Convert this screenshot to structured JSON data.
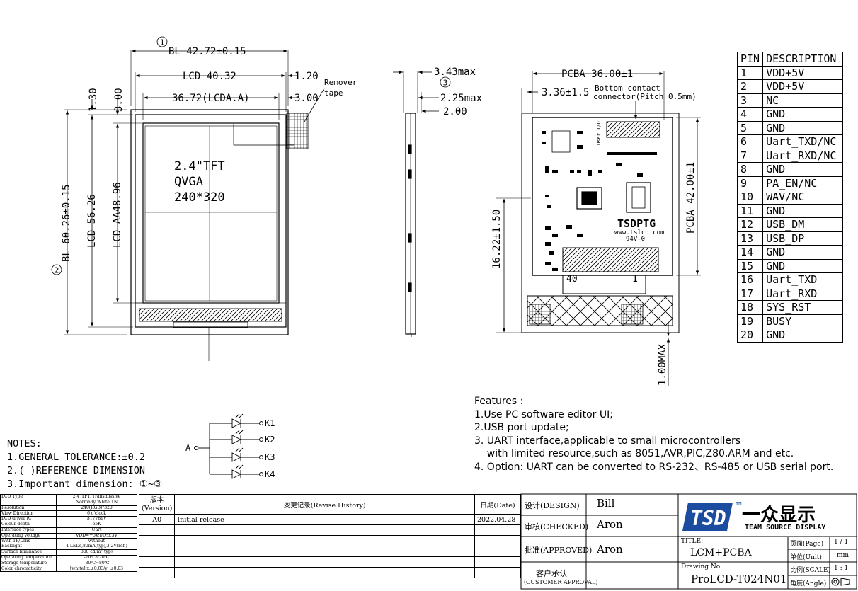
{
  "front_view": {
    "circle_1": "1",
    "circle_2": "2",
    "bl_width": "BL 42.72±0.15",
    "lcd_width": "LCD 40.32",
    "lcda_width": "36.72(LCDA.A)",
    "dim_120": "1.20",
    "dim_300_right": "3.00",
    "dim_130": "1.30",
    "dim_300_top": "3.00",
    "remover_tape": [
      "Remover",
      "tape"
    ],
    "bl_height": "BL 60.26±0.15",
    "lcd_height": "LCD 56.26",
    "aa_height": "LCD AA48.96",
    "panel_text": [
      "2.4\"TFT",
      "QVGA",
      "240*320"
    ]
  },
  "side_view": {
    "circle_3": "3",
    "dim_343": "3.43max",
    "dim_225": "2.25max",
    "dim_200": "2.00"
  },
  "pcba_view": {
    "pcba_width": "PCBA 36.00±1",
    "dim_336": "3.36±1.5",
    "connector_note": [
      "Bottom contact",
      "connector(Pitch 0.5mm)"
    ],
    "pcba_height": "PCBA 42.00±1",
    "dim_1622": "16.22±1.50",
    "dim_100max": "1.00MAX",
    "pin_40": "40",
    "pin_1": "1",
    "brand": "TSDPTG",
    "website": "www.tslcd.com",
    "rohs": "94V-0",
    "user_io": "User I/O"
  },
  "pin_table": {
    "header": [
      "PIN",
      "DESCRIPTION"
    ],
    "rows": [
      [
        "1",
        "VDD+5V"
      ],
      [
        "2",
        "VDD+5V"
      ],
      [
        "3",
        "NC"
      ],
      [
        "4",
        "GND"
      ],
      [
        "5",
        "GND"
      ],
      [
        "6",
        "Uart_TXD/NC"
      ],
      [
        "7",
        "Uart_RXD/NC"
      ],
      [
        "8",
        "GND"
      ],
      [
        "9",
        "PA_EN/NC"
      ],
      [
        "10",
        "WAV/NC"
      ],
      [
        "11",
        "GND"
      ],
      [
        "12",
        "USB_DM"
      ],
      [
        "13",
        "USB_DP"
      ],
      [
        "14",
        "GND"
      ],
      [
        "15",
        "GND"
      ],
      [
        "16",
        "Uart_TXD"
      ],
      [
        "17",
        "Uart_RXD"
      ],
      [
        "18",
        "SYS_RST"
      ],
      [
        "19",
        "BUSY"
      ],
      [
        "20",
        "GND"
      ]
    ]
  },
  "features": {
    "title": "Features :",
    "items": [
      "1.Use PC software editor UI;",
      "2.USB port update;",
      "3. UART  interface,applicable to small microcontrollers",
      "    with limited resource,such as 8051,AVR,PIC,Z80,ARM and etc.",
      "4. Option: UART can be converted to RS-232、RS-485 or USB serial port."
    ]
  },
  "led_circuit": {
    "anode": "A",
    "k1": "K1",
    "k2": "K2",
    "k3": "K3",
    "k4": "K4"
  },
  "notes": {
    "title": "NOTES:",
    "items": [
      "1.GENERAL TOLERANCE:±0.2",
      "2.( )REFERENCE DIMENSION",
      "3.Important dimension: ①~③"
    ]
  },
  "spec_table": [
    [
      "LCD Type",
      "2.4\"TFT, Transmissive"
    ],
    [
      "",
      "Normally White,TN"
    ],
    [
      "Resolution",
      "240(RGB)*320"
    ],
    [
      "View Direction",
      "6 o'clock"
    ],
    [
      "LCD driver IC",
      "ST7789V"
    ],
    [
      "Colour depth",
      "65K"
    ],
    [
      "Interface types",
      "Uart"
    ],
    [
      "Operating voltage",
      "VDD=+5V;I/O:3.3V"
    ],
    [
      "With TP/Lens",
      "without"
    ],
    [
      "Backlight",
      "4 LEDs,80mA(typ),3.2V(ref.)"
    ],
    [
      "Surface luminance",
      "300 cd/m²(typ)"
    ],
    [
      "Operating temperature",
      "-20℃~70℃"
    ],
    [
      "Storage temperature",
      "-30℃~80℃"
    ],
    [
      "Color chromaticity",
      "[white] x:±0.03/y:  ±0.03"
    ]
  ],
  "revision": {
    "col_version": [
      "版本",
      "(Version)"
    ],
    "col_history": "变更记录(Revise History)",
    "col_date": "日期(Date)",
    "rows": [
      [
        "A0",
        "Initial release",
        "2022.04.28"
      ]
    ]
  },
  "approvals": {
    "design_label": "设计(DESIGN)",
    "design_name": "Bill",
    "checked_label": "审核(CHECKED)",
    "checked_name": "Aron",
    "approved_label": "批准(APPROVED)",
    "approved_name": "Aron",
    "customer_label": [
      "客户承认",
      "(CUSTOMER APPROVAL)"
    ]
  },
  "title_block": {
    "logo_letters": "TSD",
    "logo_tm": "TM",
    "company_cn": "一众显示",
    "company_en": "TEAM SOURCE DISPLAY",
    "title_label": "TITLE:",
    "title_value": "LCM+PCBA",
    "drawing_label": "Drawing No.",
    "drawing_value": "ProLCD-T024N01",
    "page_label": "页面(Page)",
    "page_value": "1 / 1",
    "unit_label": "单位(Unit)",
    "unit_value": "mm",
    "scale_label": "比例(SCALE)",
    "scale_value": "1 : 1",
    "angle_label": "角度(Angle)"
  }
}
